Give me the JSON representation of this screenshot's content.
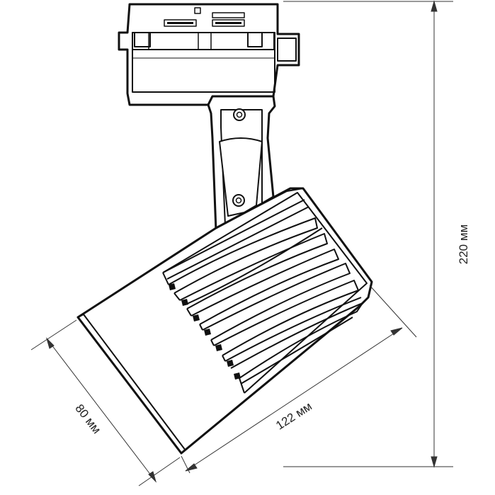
{
  "dimensions": {
    "height_label": "220 мм",
    "length_label": "122 мм",
    "diameter_label": "80 мм"
  },
  "colors": {
    "line": "#111111",
    "background": "#ffffff"
  }
}
